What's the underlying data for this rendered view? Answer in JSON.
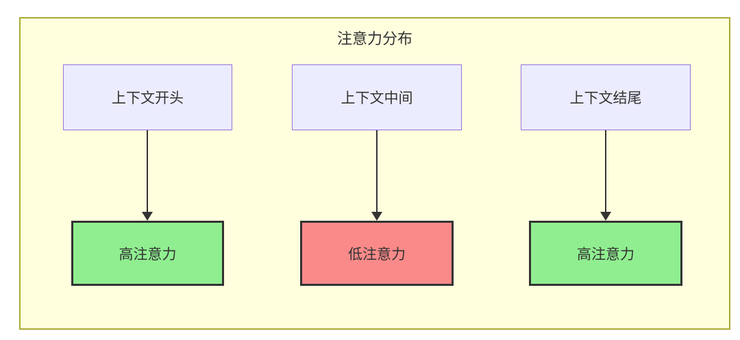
{
  "diagram": {
    "title": "注意力分布",
    "columns": [
      {
        "source_label": "上下文开头",
        "result_label": "高注意力",
        "result_level": "high"
      },
      {
        "source_label": "上下文中间",
        "result_label": "低注意力",
        "result_level": "low"
      },
      {
        "source_label": "上下文结尾",
        "result_label": "高注意力",
        "result_level": "high"
      }
    ]
  },
  "colors": {
    "canvas_fill": "#ffffde",
    "canvas_border": "#aaaa33",
    "source_fill": "#ececff",
    "source_border": "#9370db",
    "high_fill": "#90ee90",
    "low_fill": "#fa8a8a",
    "result_border": "#333333",
    "arrow": "#333333",
    "text": "#333333"
  }
}
